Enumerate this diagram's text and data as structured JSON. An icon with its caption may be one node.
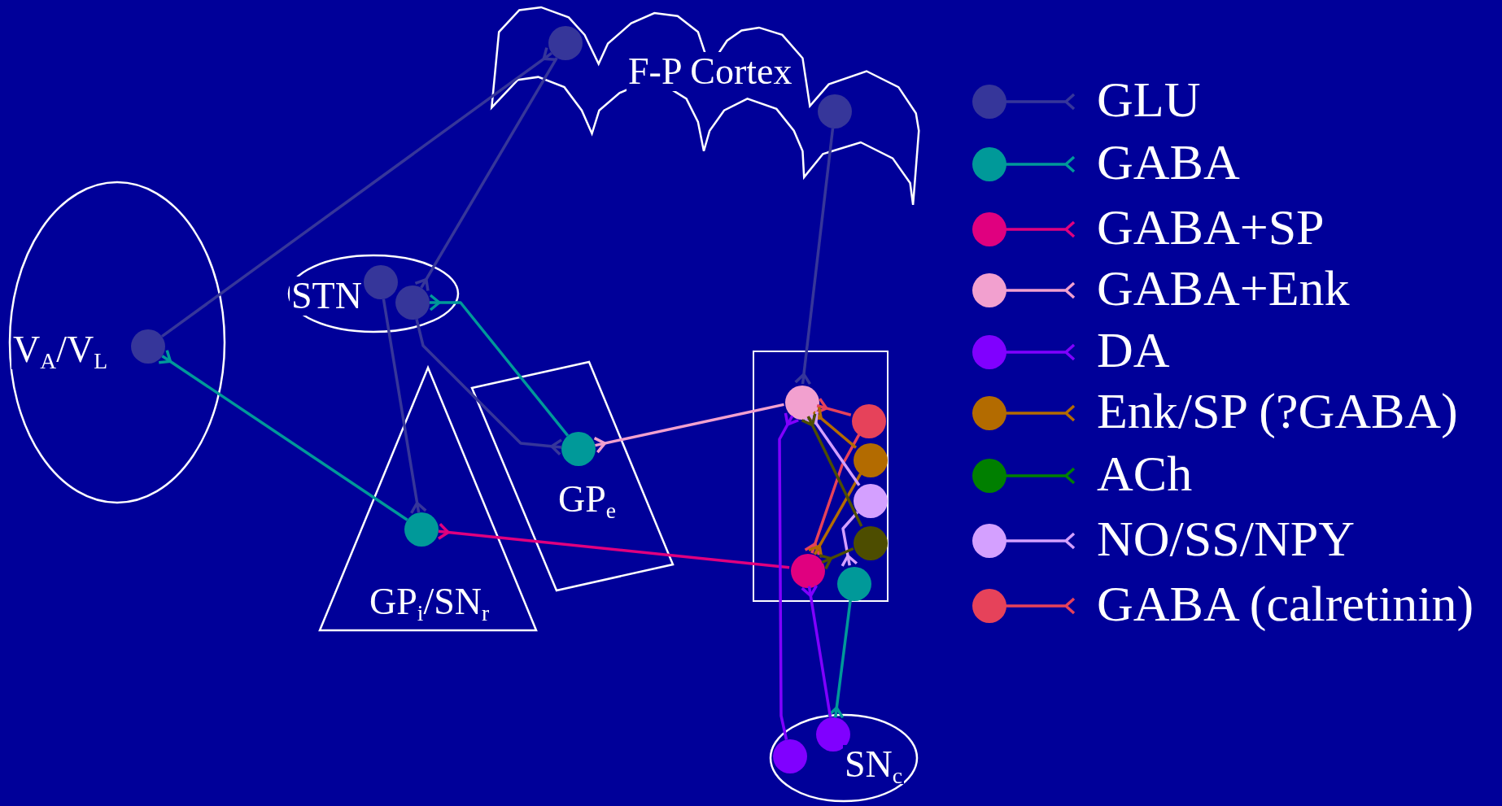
{
  "diagram": {
    "nodes": [
      {
        "text": [
          "F-P Cortex"
        ]
      },
      {
        "text": [],
        "shape": "circle",
        "in": 0
      },
      {
        "text": [],
        "shape": "circle",
        "in": 0
      },
      {
        "text": [
          "V$_{A}$/V$_{L}$"
        ]
      },
      {
        "text": [],
        "shape": "circle",
        "in": 3
      },
      {
        "text": [
          "STN"
        ]
      },
      {
        "text": [],
        "shape": "circle",
        "in": 5
      },
      {
        "text": [],
        "shape": "circle",
        "in": 5
      },
      {
        "text": [
          "GP$_{i}$/SN$_{r}$"
        ]
      },
      {
        "text": [],
        "shape": "circle",
        "in": 8
      },
      {
        "text": [
          "GP$_{e}$"
        ]
      },
      {
        "text": [],
        "shape": "circle",
        "in": 10
      },
      {
        "text": [],
        "shape": "box"
      },
      {
        "text": [],
        "shape": "circle",
        "in": 12
      },
      {
        "text": [],
        "shape": "circle",
        "in": 12
      },
      {
        "text": [],
        "shape": "circle",
        "in": 12
      },
      {
        "text": [],
        "shape": "circle",
        "in": 12
      },
      {
        "text": [],
        "shape": "circle",
        "in": 12
      },
      {
        "text": [],
        "shape": "circle",
        "in": 12
      },
      {
        "text": [],
        "shape": "circle",
        "in": 12
      },
      {
        "text": [
          "SN$_{c}$"
        ]
      },
      {
        "text": [],
        "shape": "circle",
        "in": 20
      },
      {
        "text": [],
        "shape": "circle",
        "in": 20
      }
    ],
    "edges": [
      {
        "from": 4,
        "to": 1,
        "arrow": "other"
      },
      {
        "from": 1,
        "to": 7,
        "arrow": "other"
      },
      {
        "from": 2,
        "to": 13,
        "arrow": "other"
      },
      {
        "from": 6,
        "to": 9,
        "arrow": "other"
      },
      {
        "from": 7,
        "to": 11,
        "arrow": "other"
      },
      {
        "from": 11,
        "to": 7,
        "arrow": "other",
        "color": "#009999"
      },
      {
        "from": 9,
        "to": 4,
        "arrow": "other",
        "color": "#009999"
      },
      {
        "from": 13,
        "to": 11,
        "arrow": "other",
        "color": "#f2a0cf"
      },
      {
        "from": 18,
        "to": 9,
        "arrow": "other",
        "color": "#e0007f"
      },
      {
        "from": 19,
        "to": 21,
        "arrow": "other",
        "color": "#009999"
      },
      {
        "from": 22,
        "to": 13,
        "arrow": "other",
        "color": "#8000ff"
      },
      {
        "from": 21,
        "to": 18,
        "arrow": "other",
        "color": "#8000ff"
      },
      {
        "from": 14,
        "to": 13,
        "arrow": "other",
        "color": "#e6425a"
      },
      {
        "from": 14,
        "to": 18,
        "arrow": "other",
        "color": "#e6425a"
      },
      {
        "from": 15,
        "to": 13,
        "arrow": "other",
        "color": "#b36b00"
      },
      {
        "from": 15,
        "to": 18,
        "arrow": "other",
        "color": "#b36b00"
      },
      {
        "from": 16,
        "to": 13,
        "arrow": "other",
        "color": "#d4a0ff"
      },
      {
        "from": 16,
        "to": 19,
        "arrow": "other",
        "color": "#d4a0ff"
      },
      {
        "from": 17,
        "to": 13,
        "arrow": "other",
        "color": "#4d4d00"
      },
      {
        "from": 17,
        "to": 18,
        "arrow": "other",
        "color": "#4d4d00"
      }
    ],
    "legend": [
      {
        "text": "GLU",
        "color": "#36369a"
      },
      {
        "text": "GABA",
        "color": "#009999"
      },
      {
        "text": "GABA+SP",
        "color": "#e0007f"
      },
      {
        "text": "GABA+Enk",
        "color": "#f2a0cf"
      },
      {
        "text": "DA",
        "color": "#8000ff"
      },
      {
        "text": "Enk/SP (?GABA)",
        "color": "#b36b00"
      },
      {
        "text": "ACh",
        "color": "#007f00"
      },
      {
        "text": "NO/SS/NPY",
        "color": "#d4a0ff"
      },
      {
        "text": "GABA (calretinin)",
        "color": "#e6425a"
      }
    ]
  }
}
